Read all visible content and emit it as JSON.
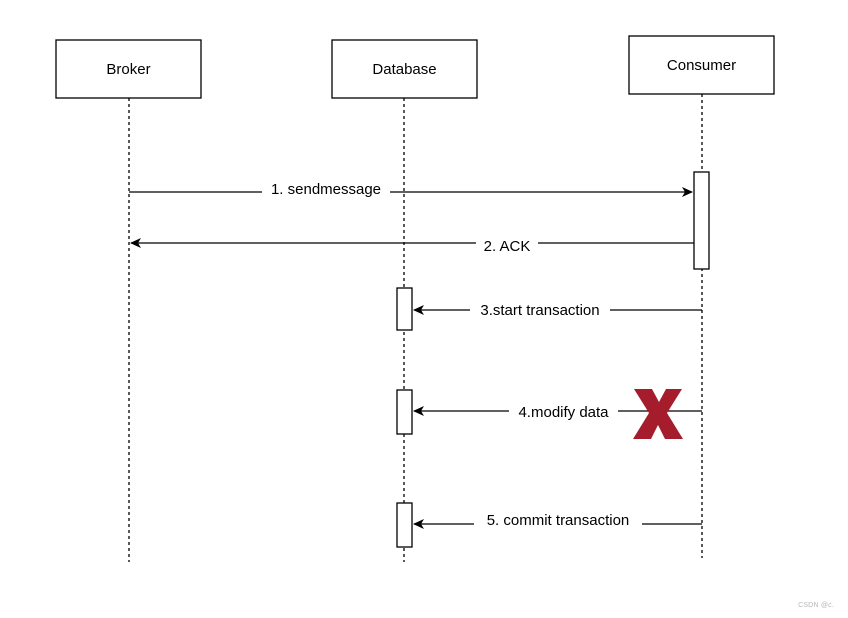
{
  "participants": [
    {
      "id": "broker",
      "label": "Broker"
    },
    {
      "id": "database",
      "label": "Database"
    },
    {
      "id": "consumer",
      "label": "Consumer"
    }
  ],
  "messages": [
    {
      "label": "1. sendmessage",
      "from": "broker",
      "to": "consumer"
    },
    {
      "label": "2. ACK",
      "from": "consumer",
      "to": "broker"
    },
    {
      "label": "3.start transaction",
      "from": "consumer",
      "to": "database"
    },
    {
      "label": "4.modify data",
      "from": "consumer",
      "to": "database",
      "failed": true
    },
    {
      "label": "5. commit transaction",
      "from": "consumer",
      "to": "database"
    }
  ],
  "failure_mark": {
    "glyph": "x-mark",
    "color": "#a51d2d"
  },
  "watermark": "CSDN @c."
}
